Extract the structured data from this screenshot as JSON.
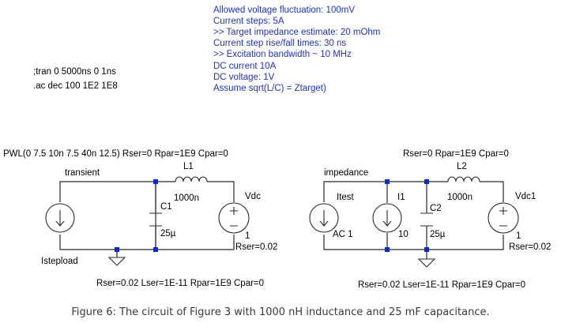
{
  "notes": {
    "lines": [
      "Allowed voltage fluctuation: 100mV",
      "Current steps: 5A",
      ">> Target impedance estimate: 20 mOhm",
      "Current step rise/fall times: 30 ns",
      ">> Excitation bandwidth ~ 10 MHz",
      "DC current 10A",
      "DC voltage: 1V",
      "Assume sqrt(L/C) = Ztarget)"
    ],
    "color": "#1f33c8"
  },
  "directives": {
    "tran": ";tran 0 5000ns 0 1ns",
    "ac": ".ac dec 100 1E2 1E8"
  },
  "left_circuit": {
    "source_spec": "PWL(0 7.5 10n 7.5 40n 12.5) Rser=0 Rpar=1E9 Cpar=0",
    "net_label": "transient",
    "inductor_name": "L1",
    "inductor_value": "1000n",
    "cap_name": "C1",
    "cap_value": "25µ",
    "vsrc_name": "Vdc",
    "vsrc_value": "1",
    "vsrc_rser": "Rser=0.02",
    "isrc_name": "Istepload",
    "cap_parasitics": "Rser=0.02 Lser=1E-11 Rpar=1E9 Cpar=0"
  },
  "right_circuit": {
    "inductor_params": "Rser=0 Rpar=1E9 Cpar=0",
    "net_label": "impedance",
    "inductor_name": "L2",
    "inductor_value": "1000n",
    "itest_name": "Itest",
    "itest_value": "AC 1",
    "i1_name": "I1",
    "i1_value": "10",
    "cap_name": "C2",
    "cap_value": "25µ",
    "vsrc_name": "Vdc1",
    "vsrc_value": "1",
    "vsrc_rser": "Rser=0.02",
    "cap_parasitics": "Rser=0.02 Lser=1E-11 Rpar=1E9 Cpar=0"
  },
  "caption": "Figure 6: The circuit of Figure 3 with 1000 nH inductance and 25 mF capacitance."
}
